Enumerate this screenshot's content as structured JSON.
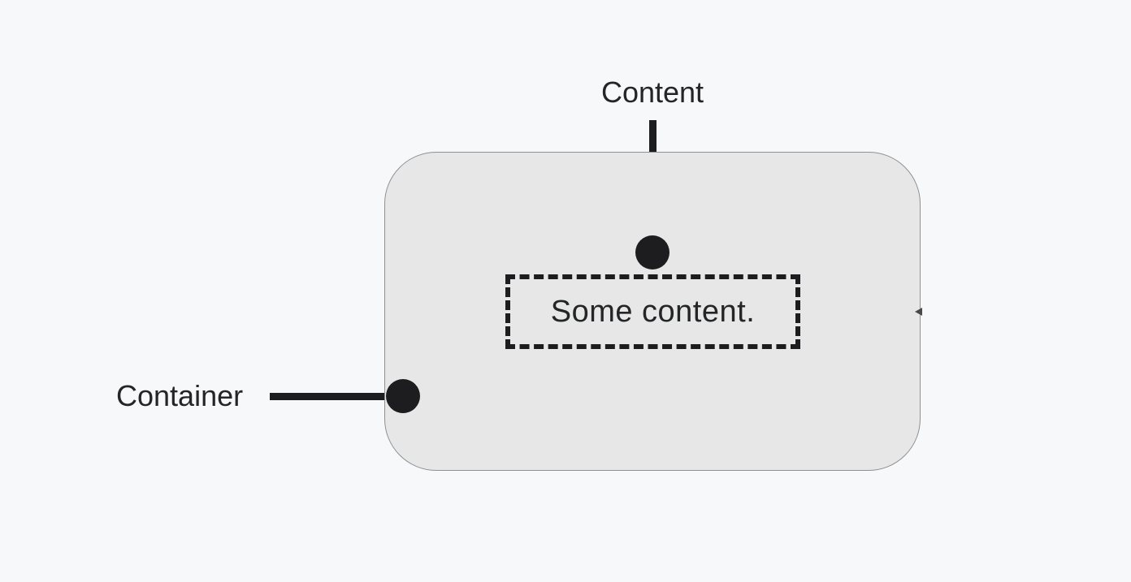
{
  "diagram": {
    "title": "container-content-diagram",
    "container": {
      "label": "Container",
      "fill_color": "#e7e7e7",
      "border_color": "#8f9092"
    },
    "content": {
      "label": "Content",
      "text": "Some content.",
      "border_style": "dashed",
      "border_color": "#1d1d1f"
    },
    "annotation": {
      "line_color": "#1d1d1f",
      "text_color": "#232527",
      "background_color": "#f7f8fa"
    }
  }
}
